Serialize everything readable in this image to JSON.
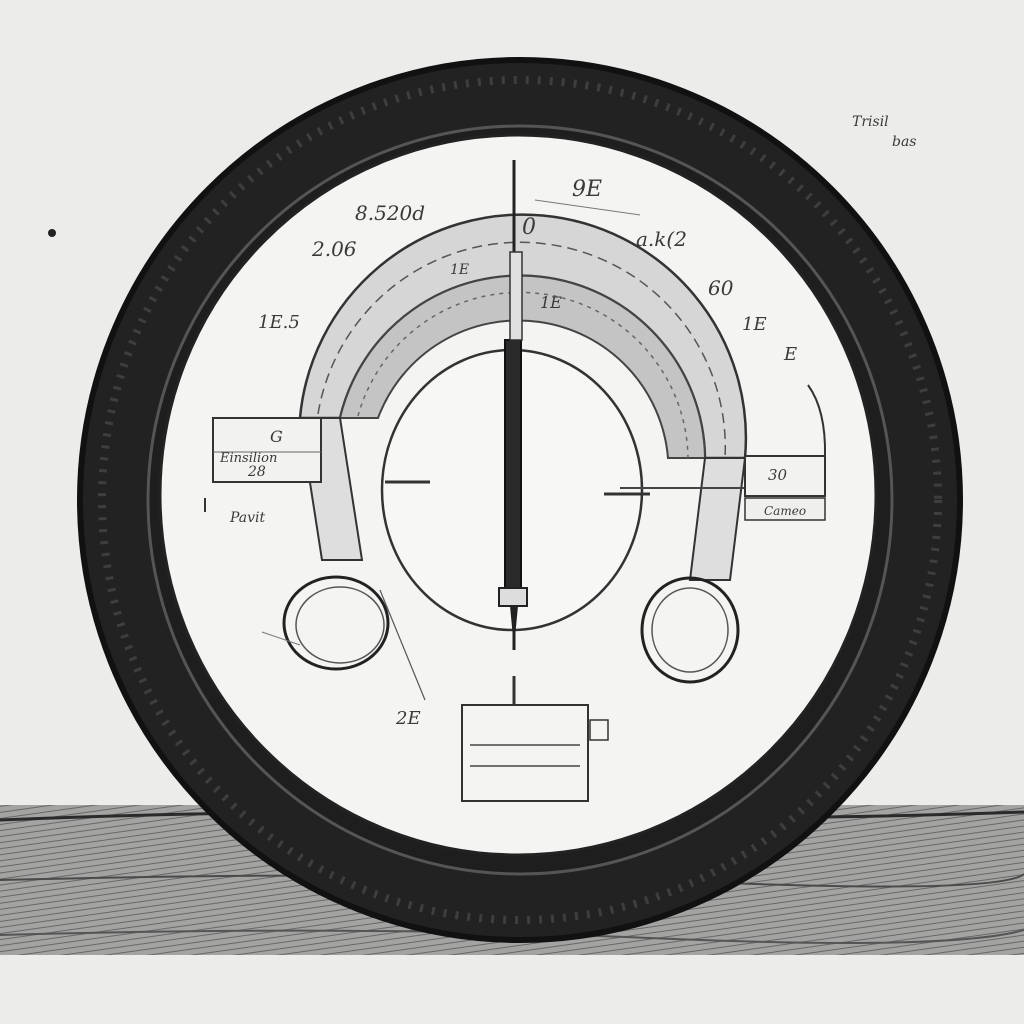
{
  "drawing": {
    "kind": "pencil sketch of a circular gauge-like apparatus set inside a dark tire-shaped ring",
    "palette": {
      "paper": "#ececea",
      "face": "#f4f4f2",
      "ink": "#222222",
      "ring": "#1c1c1c",
      "shading": "#bdbdbd"
    }
  },
  "annotations": {
    "top_zero": "0",
    "top_value": "9E",
    "upper_left_a": "8.520d",
    "upper_left_b": "2.06",
    "upper_right_a": "a.k(2",
    "upper_right_b": "60",
    "right_mid_a": "1E",
    "right_mid_b": "E",
    "left_mid": "1E.5",
    "left_box_a": "G",
    "left_box_b": "Einsilion",
    "left_box_c": "28",
    "left_box_d": "Pavit",
    "right_box": "30",
    "right_box_small": "Cameo",
    "arc_label_a": "1E",
    "arc_label_b": "1E",
    "bottom_left": "2E",
    "corner_top": "Trisil",
    "corner_bottom": "bas"
  }
}
